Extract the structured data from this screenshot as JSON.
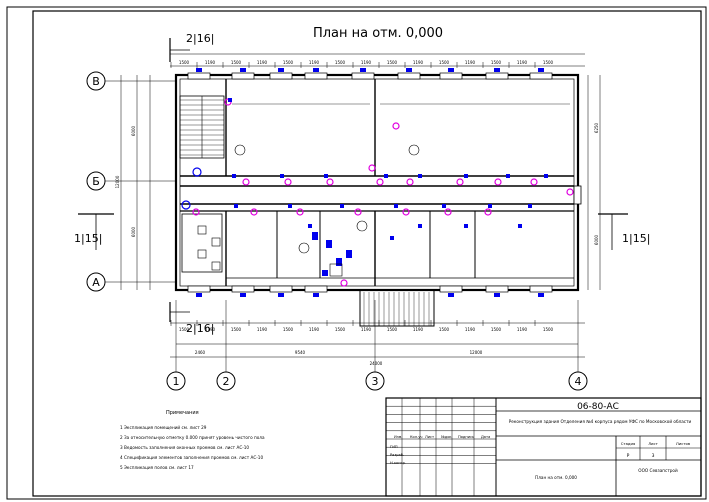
{
  "drawing": {
    "title": "План на отм. 0,000",
    "section_top": "2|16|",
    "section_bottom": "2|16|",
    "section_left": "1|15|",
    "section_right": "1|15|"
  },
  "axes": {
    "rows": [
      "В",
      "Б",
      "А"
    ],
    "columns": [
      "1",
      "2",
      "3",
      "4"
    ]
  },
  "dimensions": {
    "overall": "24000",
    "segments_bottom": [
      "2460",
      "9540",
      "12000"
    ],
    "openings": [
      "1500",
      "1190",
      "1500",
      "1190",
      "1500",
      "1190",
      "1500",
      "1190",
      "1500",
      "1190",
      "1500",
      "1190",
      "1500",
      "1190",
      "1500"
    ],
    "left_chain": [
      "6000",
      "6000",
      "12000"
    ],
    "right_chain": [
      "6250",
      "6000"
    ]
  },
  "notes": {
    "heading": "Примечания",
    "items": [
      "1  Экспликация помещений см. лист 29",
      "2  За относительную отметку 0.000 принят уровень чистого пола",
      "3  Ведомость заполнения оконных проемов см. лист АС-10",
      "4  Спецификация элементов заполнения проемов см. лист АС-10",
      "5  Экспликация полов см. лист 17"
    ]
  },
  "title_block": {
    "code": "06-80-АС",
    "project": "Реконструкция здания Отделения №4 корпуса рядом УФС по Московской области",
    "sheet_name": "План на отм. 0,000",
    "stage": "Р",
    "headers": [
      "Изм.",
      "Кол.уч",
      "Лист",
      "№док",
      "Подпись",
      "Дата"
    ],
    "roles": [
      "ГИП",
      "Разраб.",
      "Н.контр."
    ],
    "stage_headers": [
      "Стадия",
      "Лист",
      "Листов"
    ],
    "org": "ООО Севзапстрой",
    "sheet_total": "3"
  },
  "colors": {
    "line": "#000000",
    "window": "#0000ee",
    "marker": "#e000e0"
  }
}
